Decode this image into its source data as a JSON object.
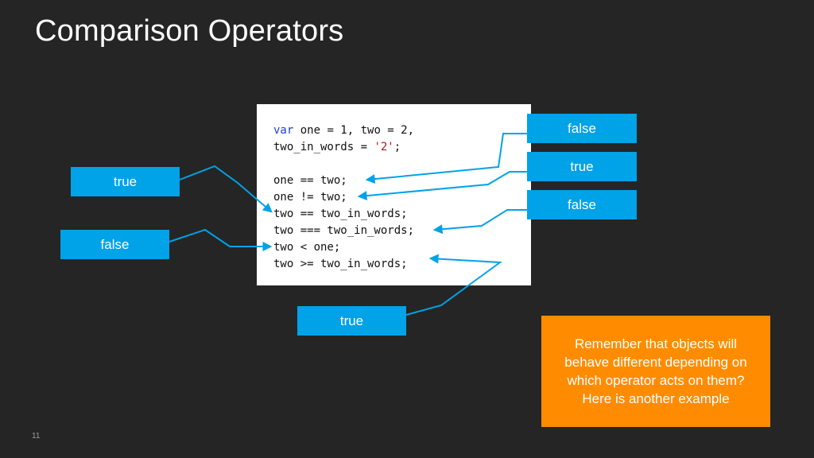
{
  "slide": {
    "title": "Comparison Operators",
    "slide_number": "11"
  },
  "code": {
    "lines": [
      {
        "parts": [
          {
            "type": "keyword",
            "text": "var"
          },
          {
            "type": "plain",
            "text": " one = 1, two = 2,"
          }
        ]
      },
      {
        "parts": [
          {
            "type": "plain",
            "text": "two_in_words = "
          },
          {
            "type": "string",
            "text": "'2'"
          },
          {
            "type": "plain",
            "text": ";"
          }
        ]
      },
      {
        "parts": [
          {
            "type": "plain",
            "text": ""
          }
        ]
      },
      {
        "parts": [
          {
            "type": "plain",
            "text": "one == two;"
          }
        ]
      },
      {
        "parts": [
          {
            "type": "plain",
            "text": "one != two;"
          }
        ]
      },
      {
        "parts": [
          {
            "type": "plain",
            "text": "two == two_in_words;"
          }
        ]
      },
      {
        "parts": [
          {
            "type": "plain",
            "text": "two === two_in_words;"
          }
        ]
      },
      {
        "parts": [
          {
            "type": "plain",
            "text": "two < one;"
          }
        ]
      },
      {
        "parts": [
          {
            "type": "plain",
            "text": "two >= two_in_words;"
          }
        ]
      }
    ]
  },
  "answers": {
    "one_eq_two": "false",
    "one_neq_two": "true",
    "two_eq_words": "true",
    "two_strict_eq_words": "false",
    "two_lt_one": "false",
    "two_gte_words": "true"
  },
  "note": {
    "text": "Remember that objects will behave different depending on which operator acts on them? Here is another example"
  },
  "colors": {
    "background": "#252525",
    "answer_box": "#00a2e8",
    "arrow": "#00a2e8",
    "note_box": "#ff8c00",
    "keyword": "#1a3fd1",
    "string": "#b01818"
  }
}
